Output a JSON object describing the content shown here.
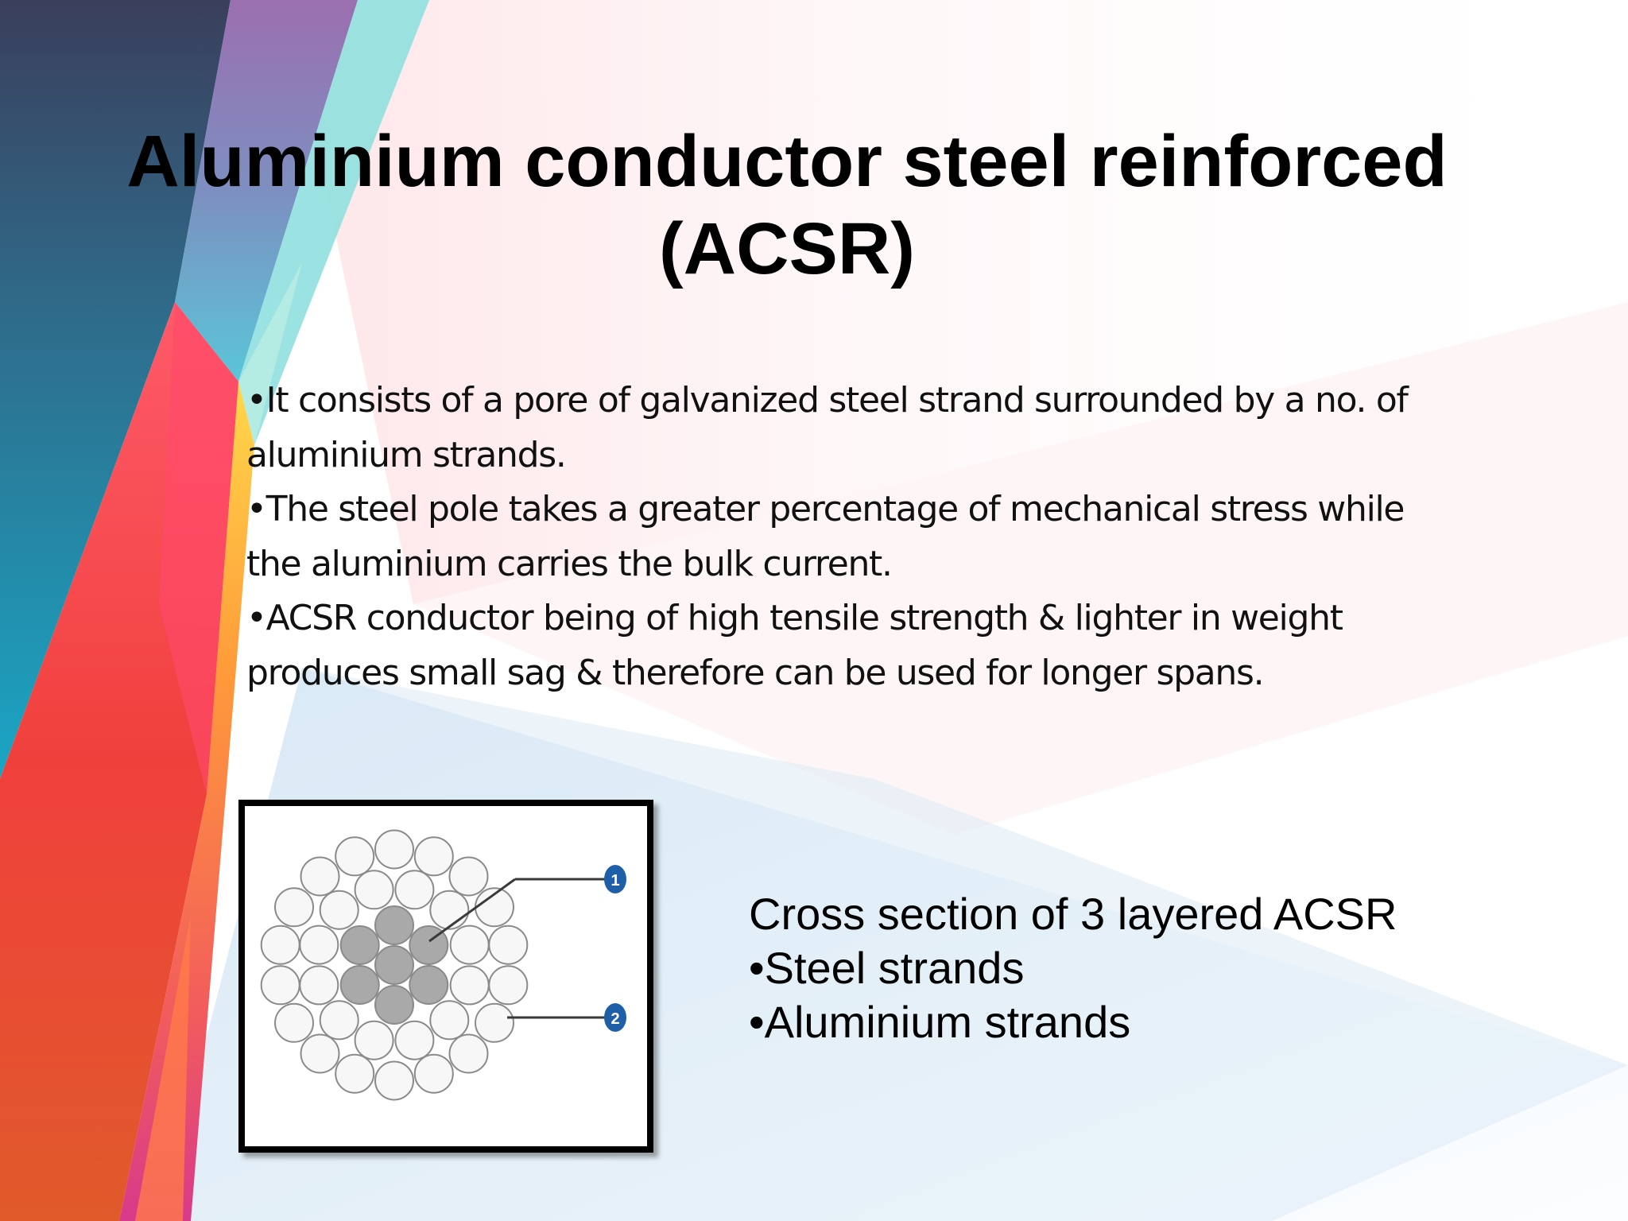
{
  "slide": {
    "title_line1": "Aluminium conductor steel reinforced",
    "title_line2": "(ACSR)",
    "bullets": [
      "•It consists of a pore of galvanized steel strand surrounded by a no. of aluminium strands.",
      "•The steel pole takes a greater percentage of mechanical stress while the aluminium carries the bulk current.",
      "•ACSR conductor being of high tensile strength & lighter in weight produces small sag & therefore can be used for longer spans."
    ],
    "figure": {
      "marker_1": "1",
      "marker_2": "2"
    },
    "caption": {
      "heading": "Cross section of 3 layered ACSR",
      "item1": "•Steel strands",
      "item2": "•Aluminium strands"
    }
  },
  "colors": {
    "title": "#000000",
    "text": "#111111",
    "marker": "#1e5fa8",
    "steel_strand": "#a9a9a9",
    "aluminium_strand": "#f7f7f7"
  }
}
